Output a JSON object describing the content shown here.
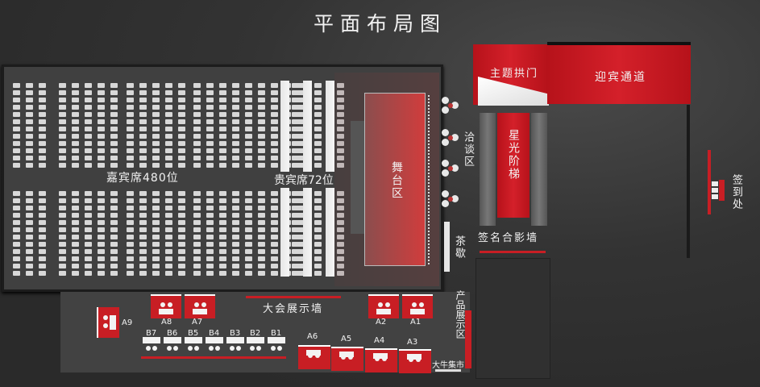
{
  "title": "平面布局图",
  "colors": {
    "accent_red": "#c81e24",
    "background": "#2b2b2b",
    "hall_floor": "#404040",
    "text": "#f2f2f2"
  },
  "zones": {
    "guest_seating": "嘉宾席480位",
    "vip_seating": "贵宾席72位",
    "stage": "舞台区",
    "negotiation": "洽谈区",
    "tea_break": "茶歇",
    "theme_arch": "主题拱门",
    "welcome_passage": "迎宾通道",
    "red_carpet_stairs": "星光阶梯",
    "signature_photo_wall": "签名合影墙",
    "check_in": "签到处",
    "conference_display_wall": "大会展示墙",
    "product_display": "产品展示区",
    "market_sign": "大牛集市"
  },
  "booths": {
    "a_booths": [
      "A1",
      "A2",
      "A3",
      "A4",
      "A5",
      "A6",
      "A7",
      "A8",
      "A9"
    ],
    "b_booths": [
      "B7",
      "B6",
      "B5",
      "B4",
      "B3",
      "B2",
      "B1"
    ]
  }
}
